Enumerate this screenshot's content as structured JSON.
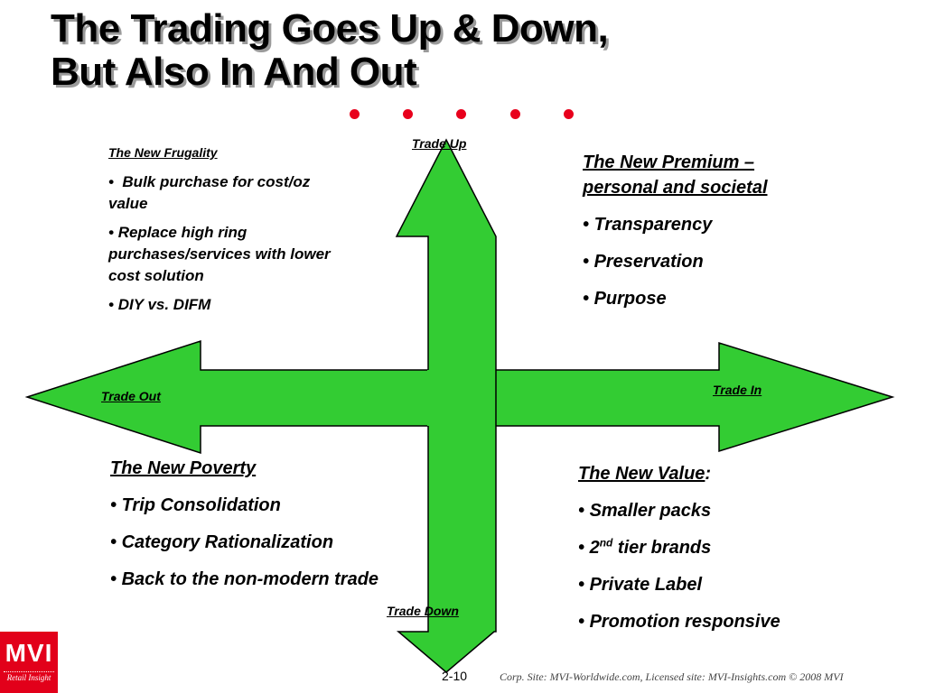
{
  "title": {
    "line1": "The Trading Goes Up & Down,",
    "line2": "But Also In And Out"
  },
  "axes": {
    "up": "Trade Up",
    "down": "Trade Down",
    "out": "Trade Out",
    "in": "Trade In"
  },
  "arrow_color": "#33cc33",
  "dot_color": "#e8001c",
  "quadrants": {
    "top_left": {
      "title": "The New Frugality",
      "bullets": [
        "Bulk purchase for cost/oz value",
        "Replace high ring purchases/services with lower cost solution",
        "DIY vs. DIFM"
      ]
    },
    "top_right": {
      "title": "The  New Premium – personal and societal",
      "bullets": [
        "Transparency",
        "Preservation",
        "Purpose"
      ]
    },
    "bottom_left": {
      "title": "The New Poverty",
      "bullets": [
        "Trip Consolidation",
        "Category Rationalization",
        "Back to the non-modern trade"
      ]
    },
    "bottom_right": {
      "title": "The New Value",
      "title_suffix": ":",
      "bullets": [
        "Smaller packs"
      ],
      "tier_bullet": {
        "num": "2",
        "sup": "nd",
        "rest": " tier brands"
      },
      "bullets_after": [
        "Private Label",
        "Promotion responsive"
      ]
    }
  },
  "logo": {
    "mark": "MVI",
    "tagline": "Retail Insight"
  },
  "page_number": "2-10",
  "footer": "Corp. Site: MVI-Worldwide.com, Licensed site: MVI-Insights.com  © 2008 MVI"
}
